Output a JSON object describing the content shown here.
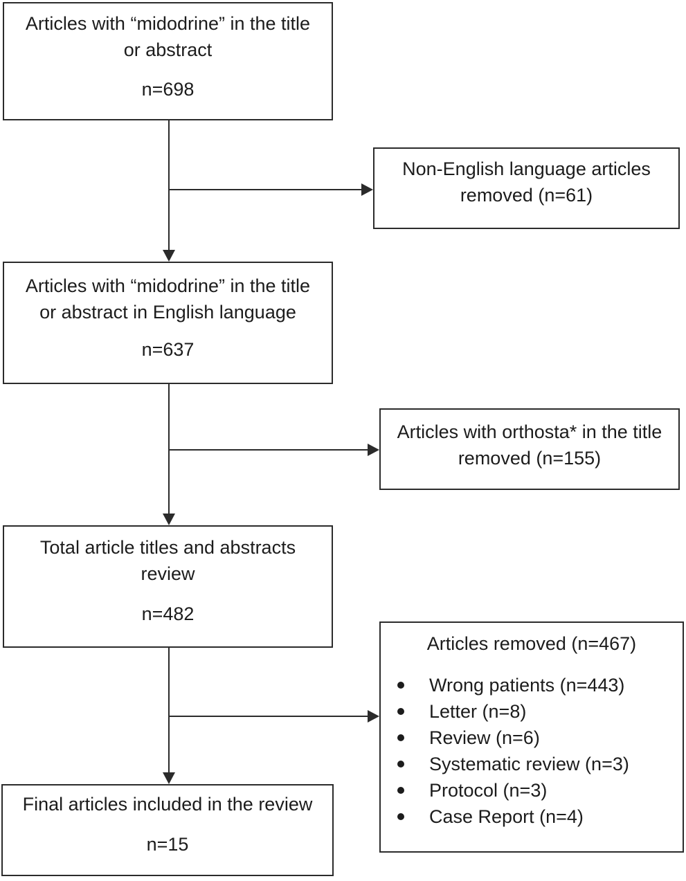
{
  "diagram": {
    "colors": {
      "border": "#2b2b2b",
      "text": "#1c1c1c",
      "background": "#ffffff"
    },
    "box1": {
      "line1": "Articles with “midodrine” in the title",
      "line2": "or abstract",
      "count": "n=698"
    },
    "side1": {
      "line1": "Non-English language articles",
      "line2": "removed (n=61)"
    },
    "box2": {
      "line1": "Articles with “midodrine” in the title",
      "line2": "or abstract in English language",
      "count": "n=637"
    },
    "side2": {
      "line1": "Articles with orthosta* in the title",
      "line2": "removed (n=155)"
    },
    "box3": {
      "line1": "Total article titles and abstracts",
      "line2": "review",
      "count": "n=482"
    },
    "removed": {
      "title": "Articles removed (n=467)",
      "items": [
        "Wrong patients (n=443)",
        "Letter (n=8)",
        "Review (n=6)",
        "Systematic review (n=3)",
        "Protocol (n=3)",
        "Case Report (n=4)"
      ]
    },
    "final": {
      "line1": "Final articles included in the review",
      "count": "n=15"
    }
  }
}
